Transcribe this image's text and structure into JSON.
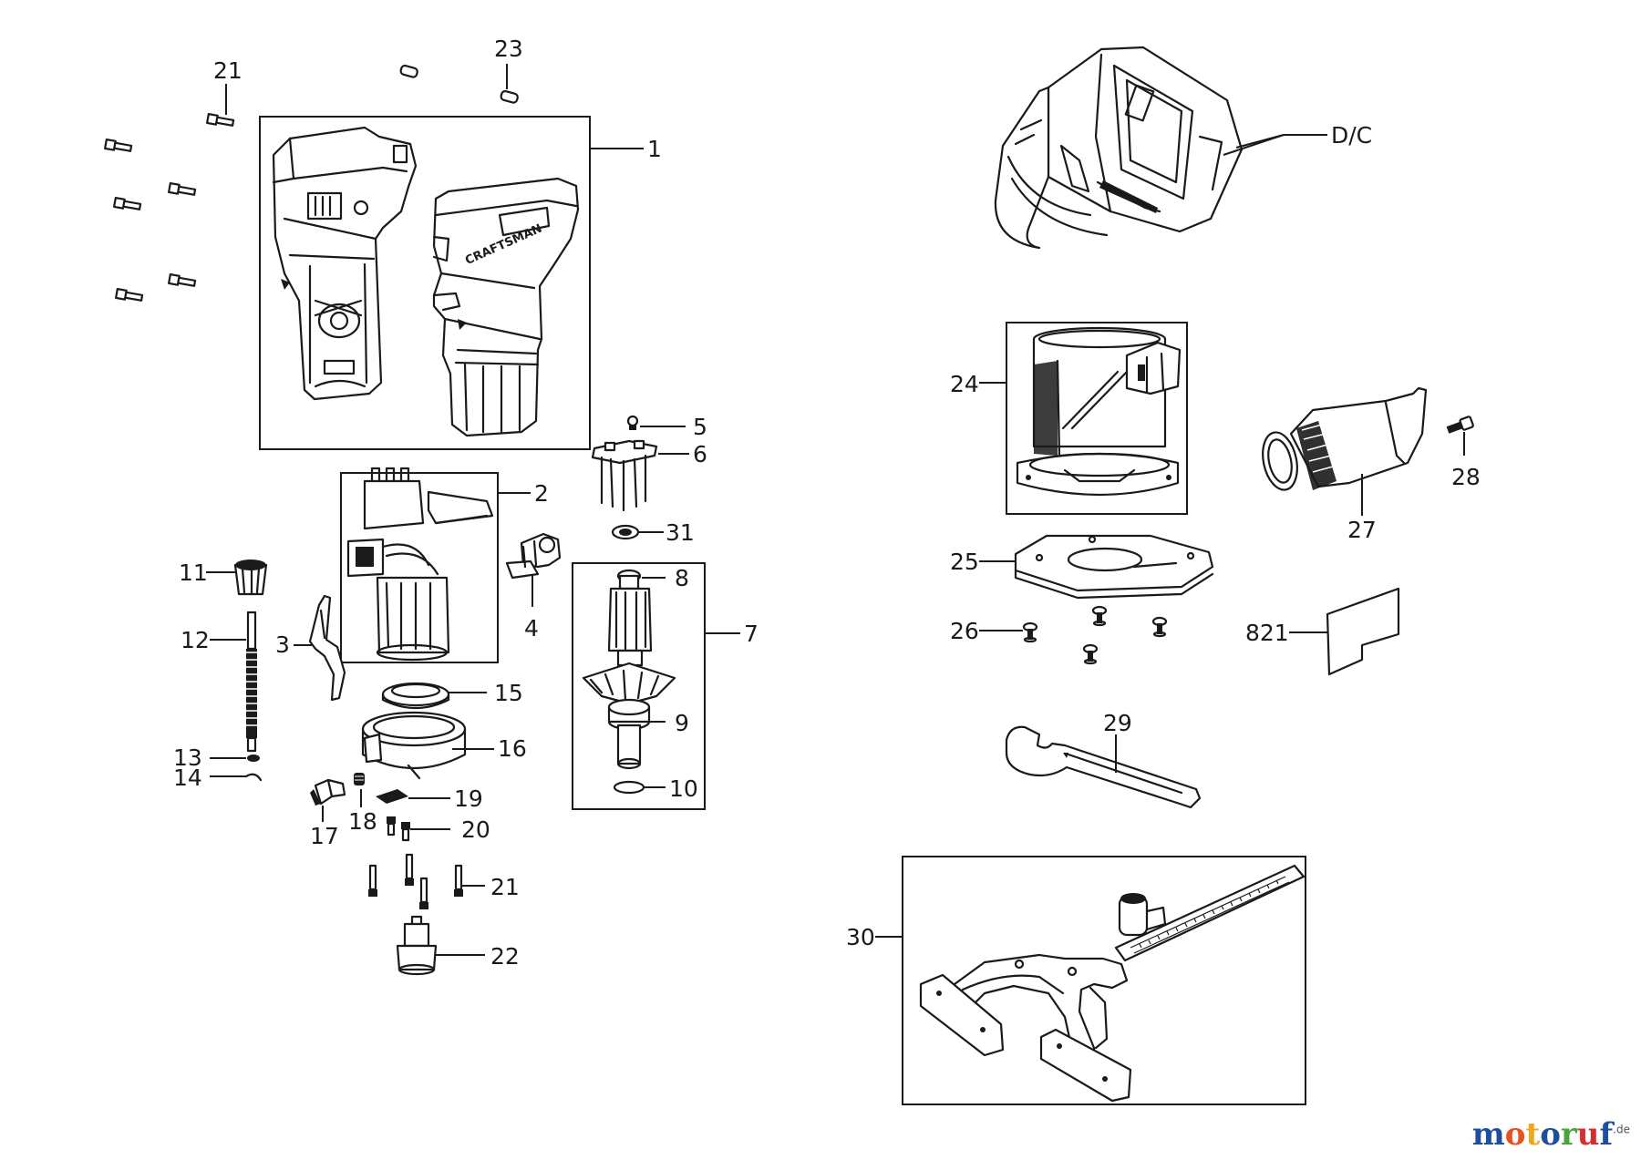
{
  "labels": {
    "l1": "1",
    "l2": "2",
    "l3": "3",
    "l4": "4",
    "l5": "5",
    "l6": "6",
    "l7": "7",
    "l8": "8",
    "l9": "9",
    "l10": "10",
    "l11": "11",
    "l12": "12",
    "l13": "13",
    "l14": "14",
    "l15": "15",
    "l16": "16",
    "l17": "17",
    "l18": "18",
    "l19": "19",
    "l20": "20",
    "l21a": "21",
    "l21b": "21",
    "l22": "22",
    "l23": "23",
    "l24": "24",
    "l25": "25",
    "l26": "26",
    "l27": "27",
    "l28": "28",
    "l29": "29",
    "l30": "30",
    "l31": "31",
    "ldc": "D/C",
    "l821": "821"
  },
  "housing_logo": "CRAFTSMAN",
  "watermark": {
    "brand": "motoruf",
    "tld": ".de",
    "colors": [
      "#1f4e9c",
      "#e8501c",
      "#f2a61f",
      "#1f4e9c",
      "#4aa33c",
      "#d42e2e",
      "#1f4e9c"
    ]
  }
}
